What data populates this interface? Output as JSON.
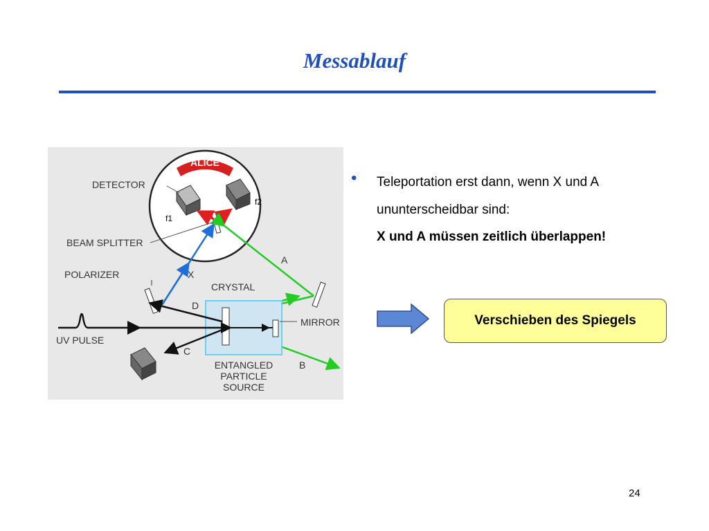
{
  "slide": {
    "title": "Messablauf",
    "bullet_line1": "Teleportation erst dann, wenn X und A ununterscheidbar sind:",
    "bullet_emphasis": "X und A müssen zeitlich überlappen!",
    "callout": "Verschieben des Spiegels",
    "page_number": "24"
  },
  "figure": {
    "alice": "ALICE",
    "detector": "DETECTOR",
    "beam_splitter": "BEAM SPLITTER",
    "polarizer": "POLARIZER",
    "crystal": "CRYSTAL",
    "mirror": "MIRROR",
    "uv_pulse": "UV PULSE",
    "source_line1": "ENTANGLED",
    "source_line2": "PARTICLE",
    "source_line3": "SOURCE",
    "x": "X",
    "a": "A",
    "b": "B",
    "c": "C",
    "d": "D",
    "f1": "f1",
    "f2": "f2"
  },
  "colors": {
    "title": "#1f4fb8",
    "callout_fill": "#ffff99",
    "arrow_fill": "#5b87d4",
    "beam_blue": "#1e6fd9",
    "beam_green": "#22cc22",
    "beam_red": "#e02020"
  }
}
